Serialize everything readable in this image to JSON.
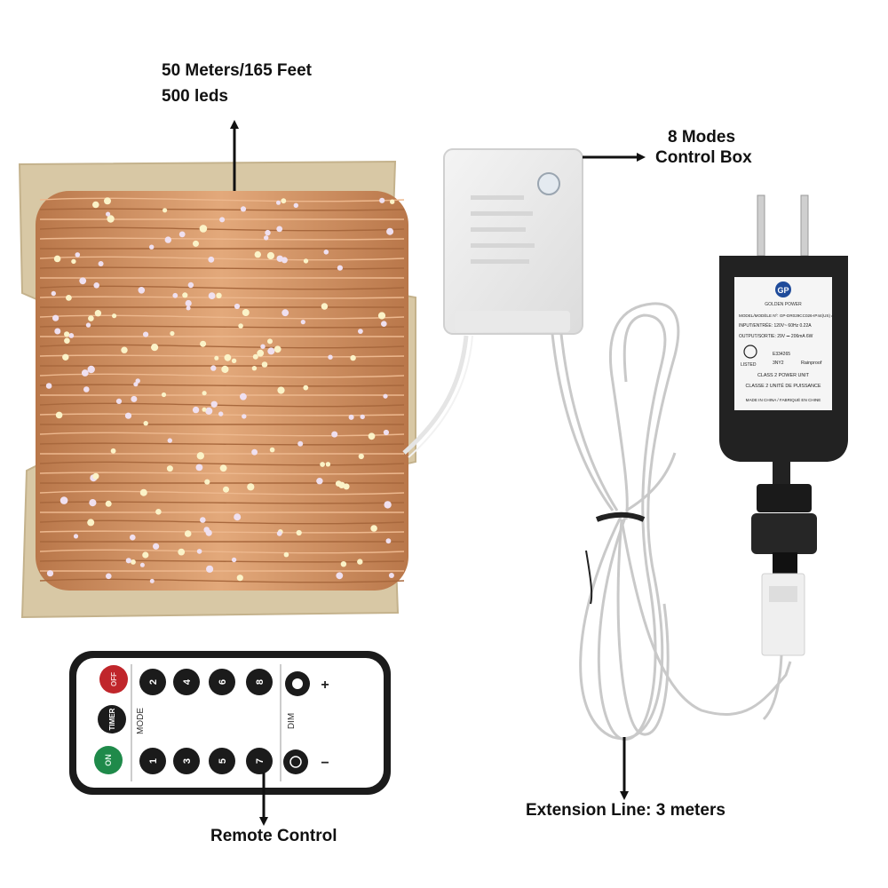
{
  "callouts": {
    "reel_length": "50 Meters/165 Feet",
    "reel_leds": "500 leds",
    "control_box_line1": "8 Modes",
    "control_box_line2": "Control Box",
    "extension": "Extension Line: 3 meters",
    "remote": "Remote Control"
  },
  "remote": {
    "power_off": "OFF",
    "timer": "TIMER",
    "power_on": "ON",
    "mode_label": "MODE",
    "dim_label": "DIM",
    "mode_top_row": [
      "2",
      "4",
      "6",
      "8"
    ],
    "mode_bottom_row": [
      "1",
      "3",
      "5",
      "7"
    ],
    "plus": "+",
    "minus": "−"
  },
  "adapter": {
    "brand": "GP",
    "brand_sub": "GOLDEN POWER",
    "model": "MODEL/MODÈLE Nº: GP-DR029CC026-IP44(US) A",
    "input": "INPUT/ENTRÉE: 120V~ 60Hz 0.22A",
    "output": "OUTPUT/SORTIE: 29V ⎓ 206mA 6W",
    "ul_listed": "LISTED",
    "file_no": "E334265",
    "code": "3NY2",
    "rainproof": "Rainproof",
    "class_en": "CLASS 2 POWER UNIT",
    "class_fr": "CLASSE 2 UNITÉ DE PUISSANCE",
    "origin": "MADE IN CHINA / FABRIQUÉ EN CHINE"
  },
  "colors": {
    "copper": "#c98a5a",
    "cardboard": "#d8c8a5",
    "remote_body": "#1b1b1b",
    "off_button": "#c0262b",
    "on_button": "#1f8a4a",
    "adapter_body": "#222222"
  }
}
